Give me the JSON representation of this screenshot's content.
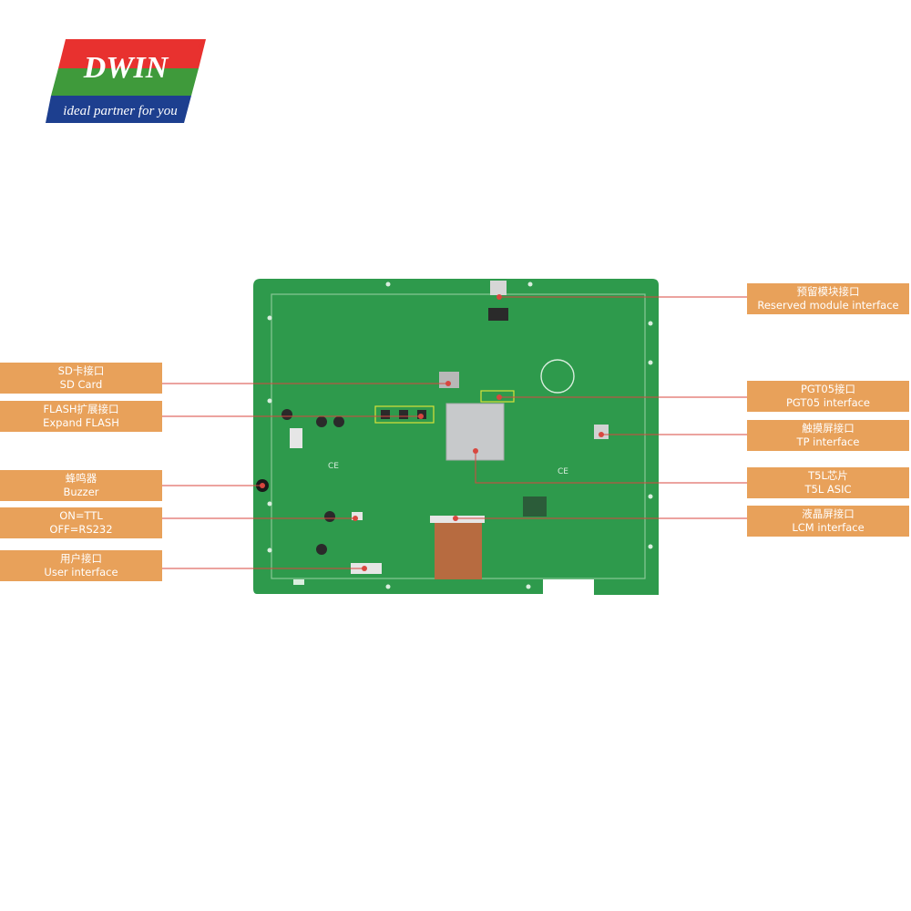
{
  "brand": {
    "name": "DWIN",
    "tagline": "ideal partner for you",
    "registered_mark": "®",
    "colors": {
      "red": "#e8312f",
      "green": "#3f9a3b",
      "blue": "#1d3f8f"
    }
  },
  "board": {
    "pcb_color": "#2e9a4c",
    "ce_mark": "CE",
    "callout_color": "#e8a15a",
    "leader_color": "#d8473f"
  },
  "callouts": {
    "reserved_module": {
      "cn": "预留模块接口",
      "en": "Reserved module interface"
    },
    "sd_card": {
      "cn": "SD卡接口",
      "en": "SD Card"
    },
    "pgt05": {
      "cn": "PGT05接口",
      "en": "PGT05 interface"
    },
    "flash": {
      "cn": "FLASH扩展接口",
      "en": "Expand FLASH"
    },
    "tp": {
      "cn": "触摸屏接口",
      "en": "TP interface"
    },
    "buzzer": {
      "cn": "蜂鸣器",
      "en": "Buzzer"
    },
    "t5l": {
      "cn": "T5L芯片",
      "en": "T5L ASIC"
    },
    "ttl": {
      "cn": "ON=TTL",
      "en": "OFF=RS232"
    },
    "lcm": {
      "cn": "液晶屏接口",
      "en": "LCM interface"
    },
    "user": {
      "cn": "用户接口",
      "en": "User interface"
    }
  }
}
